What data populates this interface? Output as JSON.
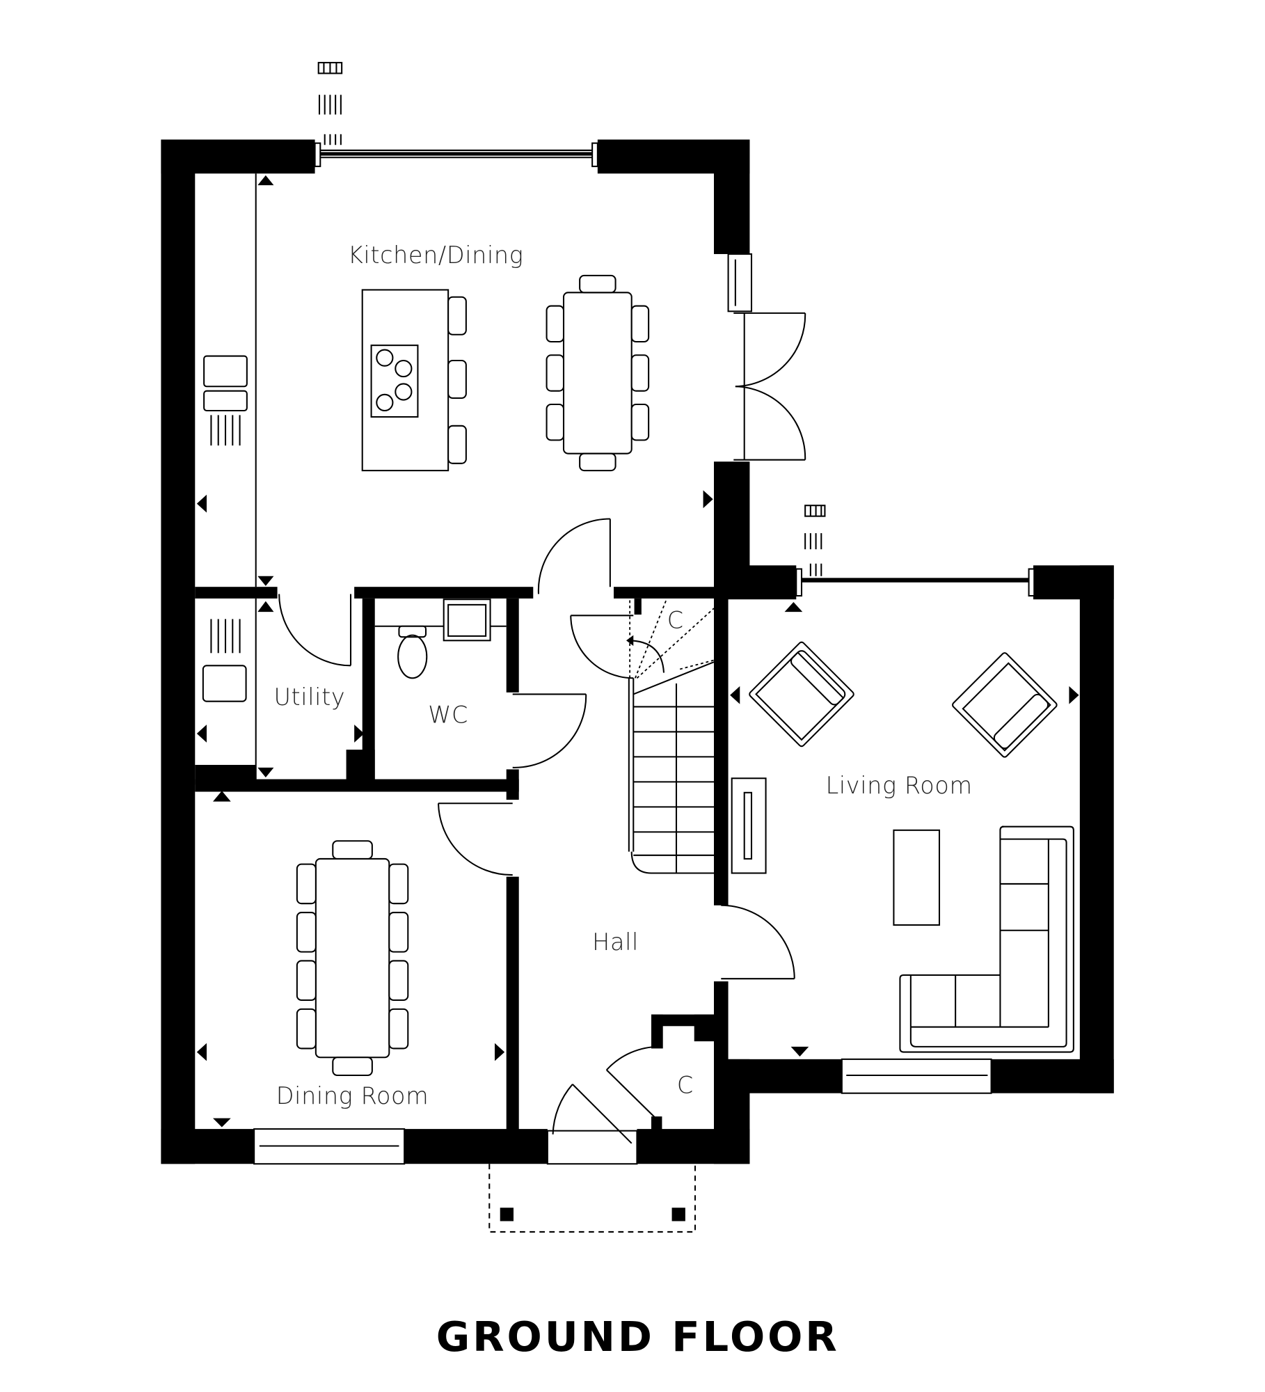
{
  "title": "GROUND FLOOR",
  "rooms": {
    "kitchen": "Kitchen/Dining",
    "utility": "Utility",
    "wc": "WC",
    "dining": "Dining Room",
    "hall": "Hall",
    "living": "Living Room",
    "cupboard_stairs": "C",
    "cupboard_hall": "C"
  },
  "colors": {
    "wall": "#000000",
    "background": "#ffffff",
    "text": "#222222"
  }
}
